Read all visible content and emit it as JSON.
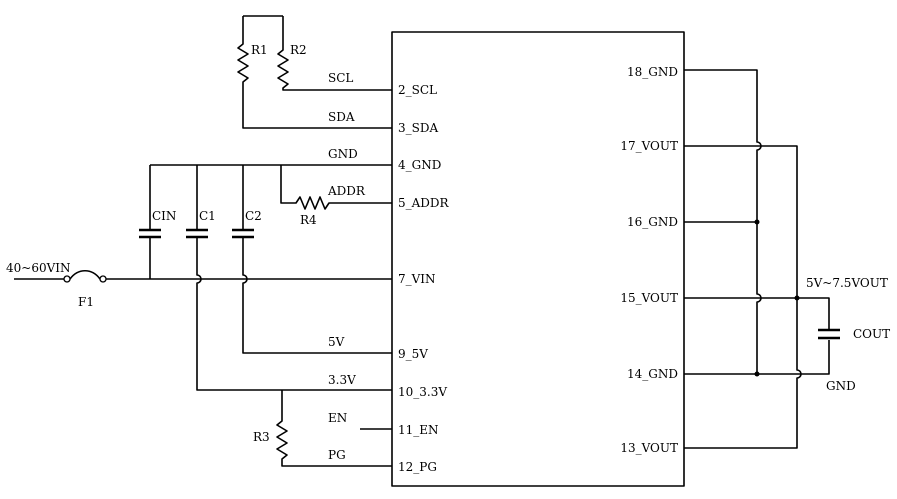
{
  "chip": {
    "pins_left": {
      "p2": "2_SCL",
      "p3": "3_SDA",
      "p4": "4_GND",
      "p5": "5_ADDR",
      "p7": "7_VIN",
      "p9": "9_5V",
      "p10": "10_3.3V",
      "p11": "11_EN",
      "p12": "12_PG"
    },
    "pins_right": {
      "p18": "18_GND",
      "p17": "17_VOUT",
      "p16": "16_GND",
      "p15": "15_VOUT",
      "p14": "14_GND",
      "p13": "13_VOUT"
    }
  },
  "nets": {
    "scl": "SCL",
    "sda": "SDA",
    "gnd": "GND",
    "addr": "ADDR",
    "v5": "5V",
    "v33": "3.3V",
    "en": "EN",
    "pg": "PG",
    "vin": "40~60VIN",
    "vout": "5V~7.5VOUT",
    "out_gnd": "GND"
  },
  "components": {
    "r1": "R1",
    "r2": "R2",
    "r3": "R3",
    "r4": "R4",
    "cin": "CIN",
    "c1": "C1",
    "c2": "C2",
    "cout": "COUT",
    "f1": "F1"
  }
}
